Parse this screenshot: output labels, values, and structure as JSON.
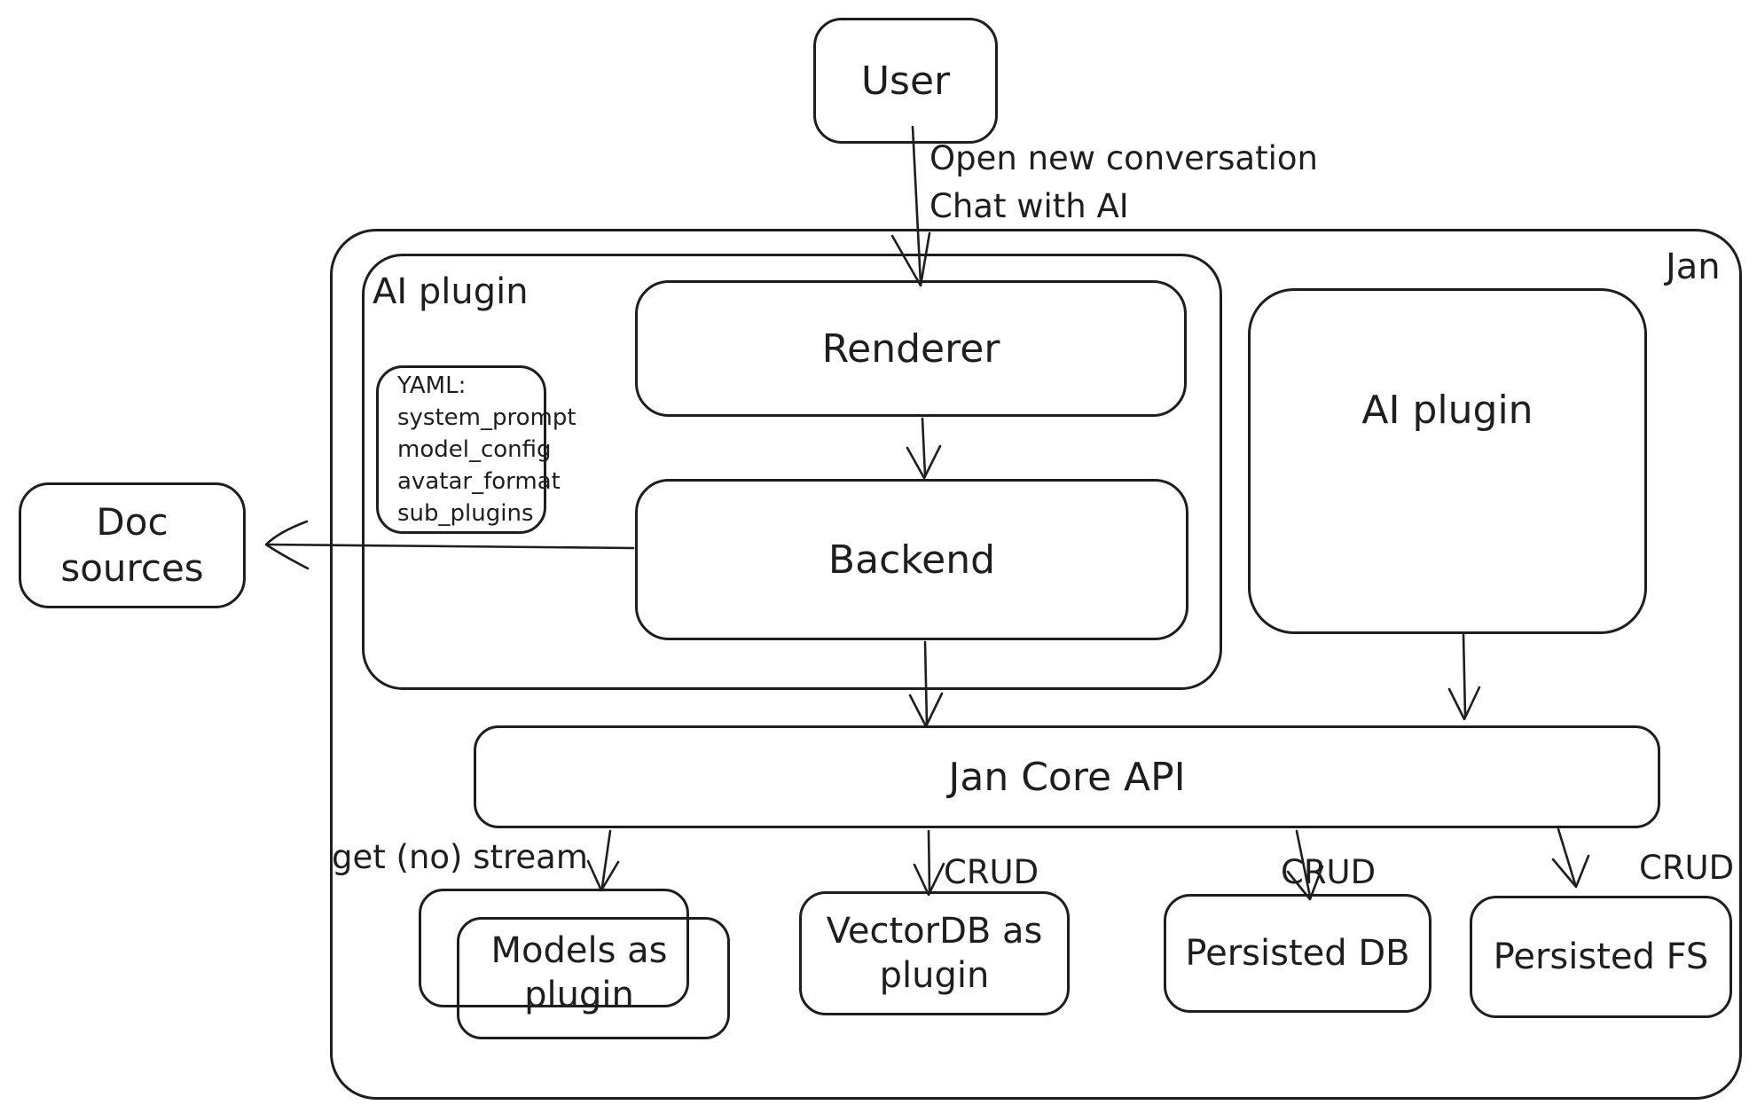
{
  "canvas": {
    "background": "#ffffff",
    "stroke_color": "#1e1e1e"
  },
  "nodes": {
    "user": {
      "label": "User"
    },
    "jan_container": {
      "label": "Jan"
    },
    "ai_plugin_group": {
      "label": "AI plugin"
    },
    "renderer": {
      "label": "Renderer"
    },
    "backend": {
      "label": "Backend"
    },
    "yaml_note": {
      "lines": [
        "YAML:",
        "system_prompt",
        "model_config",
        "avatar_format",
        "sub_plugins"
      ]
    },
    "doc_sources": {
      "label": "Doc sources"
    },
    "ai_plugin_box": {
      "label": "AI plugin"
    },
    "jan_core_api": {
      "label": "Jan Core API"
    },
    "models_as_plugin": {
      "label": "Models as\nplugin"
    },
    "vectordb_as_plugin": {
      "label": "VectorDB as\nplugin"
    },
    "persisted_db": {
      "label": "Persisted DB"
    },
    "persisted_fs": {
      "label": "Persisted FS"
    }
  },
  "edge_labels": {
    "user_to_renderer": "Open new conversation\nChat with AI",
    "jan_core_to_models": "get (no) stream",
    "jan_core_to_vectordb": "CRUD",
    "jan_core_to_persisted_db": "CRUD",
    "jan_core_to_persisted_fs": "CRUD"
  }
}
